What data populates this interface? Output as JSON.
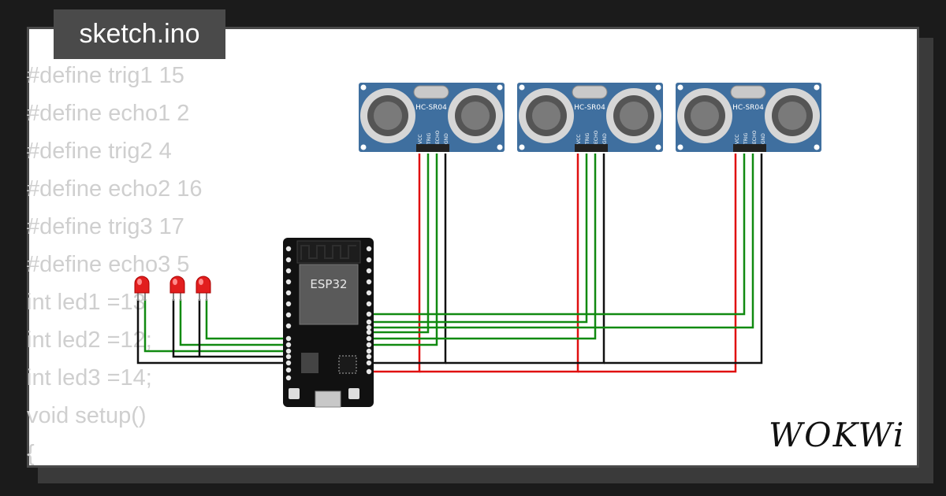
{
  "tab": {
    "title": "sketch.ino"
  },
  "code_lines": [
    "#define trig1 15",
    "#define echo1 2",
    "#define trig2 4",
    "#define echo2 16",
    "#define trig3 17",
    "#define echo3 5",
    "int led1 =13",
    "int led2 =12;",
    "int led3 =14;",
    "void setup()",
    "{"
  ],
  "sensors": [
    {
      "label": "HC-SR04",
      "pins": [
        "VCC",
        "TRIG",
        "ECHO",
        "GND"
      ]
    },
    {
      "label": "HC-SR04",
      "pins": [
        "VCC",
        "TRIG",
        "ECHO",
        "GND"
      ]
    },
    {
      "label": "HC-SR04",
      "pins": [
        "VCC",
        "TRIG",
        "ECHO",
        "GND"
      ]
    }
  ],
  "board": {
    "chip_label": "ESP32"
  },
  "leds": [
    {
      "color": "red"
    },
    {
      "color": "red"
    },
    {
      "color": "red"
    }
  ],
  "logo": {
    "text": "WOKWi"
  },
  "colors": {
    "frame": "#4a4a4a",
    "code_text": "#cfcfcf",
    "sensor_blue": "#3f6f9f",
    "wire_red": "#e01010",
    "wire_green": "#118a11",
    "wire_black": "#111111"
  }
}
